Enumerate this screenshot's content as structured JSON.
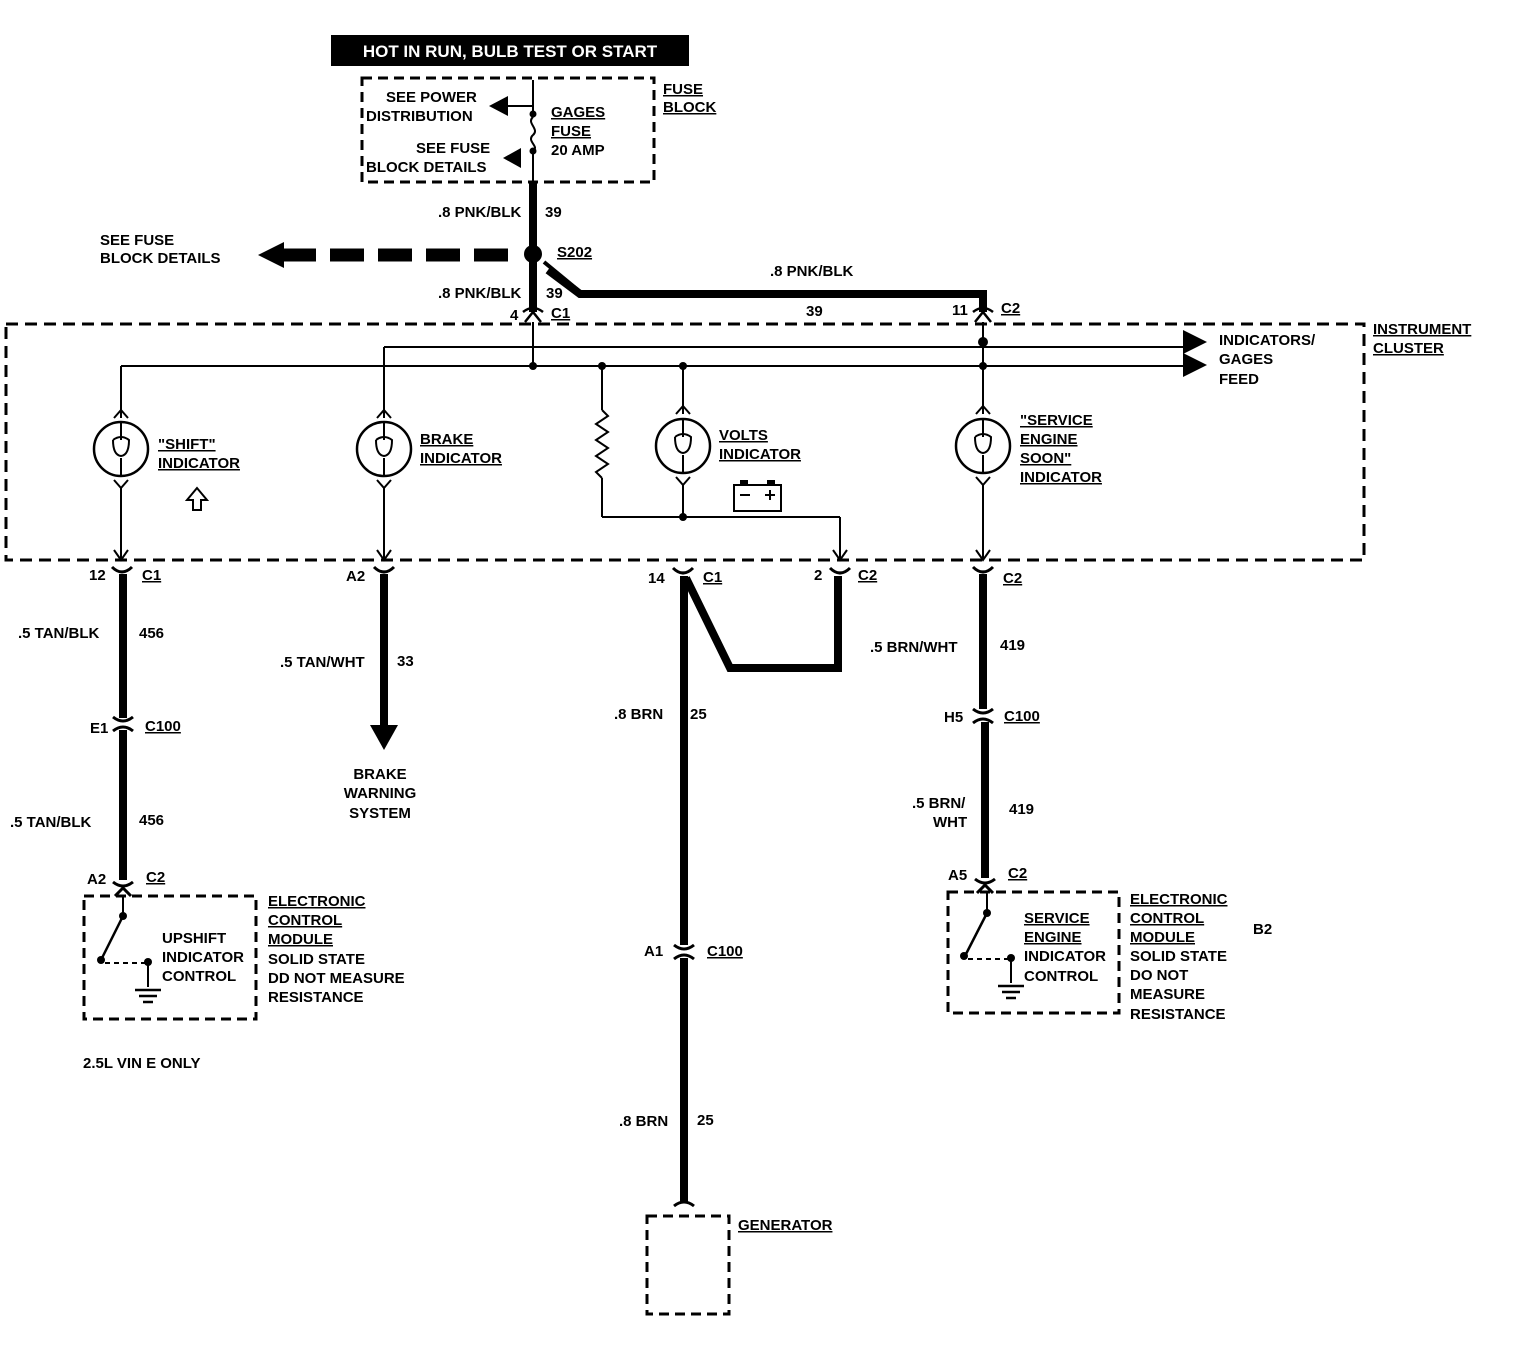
{
  "banner": "HOT IN RUN, BULB TEST OR START",
  "fuse_block": {
    "label": [
      "FUSE",
      "BLOCK"
    ],
    "power_dist": [
      "SEE POWER",
      "DISTRIBUTION"
    ],
    "fuse_details": [
      "SEE FUSE",
      "BLOCK DETAILS"
    ],
    "fuse_name": [
      "GAGES",
      "FUSE"
    ],
    "fuse_rating": "20 AMP"
  },
  "feed": {
    "wire_top": ".8 PNK/BLK",
    "circuit_top": "39",
    "see_fuse": [
      "SEE FUSE",
      "BLOCK DETAILS"
    ],
    "splice": "S202",
    "wire_right": ".8 PNK/BLK",
    "circuit_right": "39",
    "wire_down": ".8 PNK/BLK",
    "circuit_down": "39",
    "c1_pin": "4",
    "c1": "C1",
    "c2_pin": "11",
    "c2": "C2"
  },
  "cluster": {
    "label": [
      "INSTRUMENT",
      "CLUSTER"
    ],
    "feed_label": [
      "INDICATORS/",
      "GAGES",
      "FEED"
    ],
    "shift": [
      "\"SHIFT\"",
      "INDICATOR"
    ],
    "brake": [
      "BRAKE",
      "INDICATOR"
    ],
    "volts": [
      "VOLTS",
      "INDICATOR"
    ],
    "ses": [
      "\"SERVICE",
      "ENGINE",
      "SOON\"",
      "INDICATOR"
    ]
  },
  "shift_circuit": {
    "pin": "12",
    "conn": "C1",
    "wire1": ".5 TAN/BLK",
    "circ1": "456",
    "c100_pin": "E1",
    "c100": "C100",
    "wire2": ".5 TAN/BLK",
    "circ2": "456",
    "ecm_pin": "A2",
    "ecm_conn": "C2",
    "control": [
      "UPSHIFT",
      "INDICATOR",
      "CONTROL"
    ],
    "ecm": [
      "ELECTRONIC",
      "CONTROL",
      "MODULE"
    ],
    "ecm_note": [
      "SOLID STATE",
      "DD NOT MEASURE",
      "RESISTANCE"
    ],
    "footnote": "2.5L VIN E ONLY"
  },
  "brake_circuit": {
    "pin": "A2",
    "wire": ".5 TAN/WHT",
    "circ": "33",
    "dest": [
      "BRAKE",
      "WARNING",
      "SYSTEM"
    ]
  },
  "gen_circuit": {
    "pin_c1": "14",
    "conn_c1": "C1",
    "pin_c2": "2",
    "conn_c2": "C2",
    "wire1": ".8 BRN",
    "circ1": "25",
    "c100_pin": "A1",
    "c100": "C100",
    "wire2": ".8 BRN",
    "circ2": "25",
    "generator": "GENERATOR"
  },
  "ses_circuit": {
    "conn": "C2",
    "wire1": ".5 BRN/WHT",
    "circ1": "419",
    "c100_pin": "H5",
    "c100": "C100",
    "wire2": [
      ".5 BRN/",
      "WHT"
    ],
    "circ2": "419",
    "ecm_pin": "A5",
    "ecm_conn": "C2",
    "control": [
      "SERVICE",
      "ENGINE",
      "INDICATOR",
      "CONTROL"
    ],
    "ecm": [
      "ELECTRONIC",
      "CONTROL",
      "MODULE"
    ],
    "ecm_note": [
      "SOLID STATE",
      "DO NOT",
      "MEASURE",
      "RESISTANCE"
    ],
    "ref": "B2"
  }
}
